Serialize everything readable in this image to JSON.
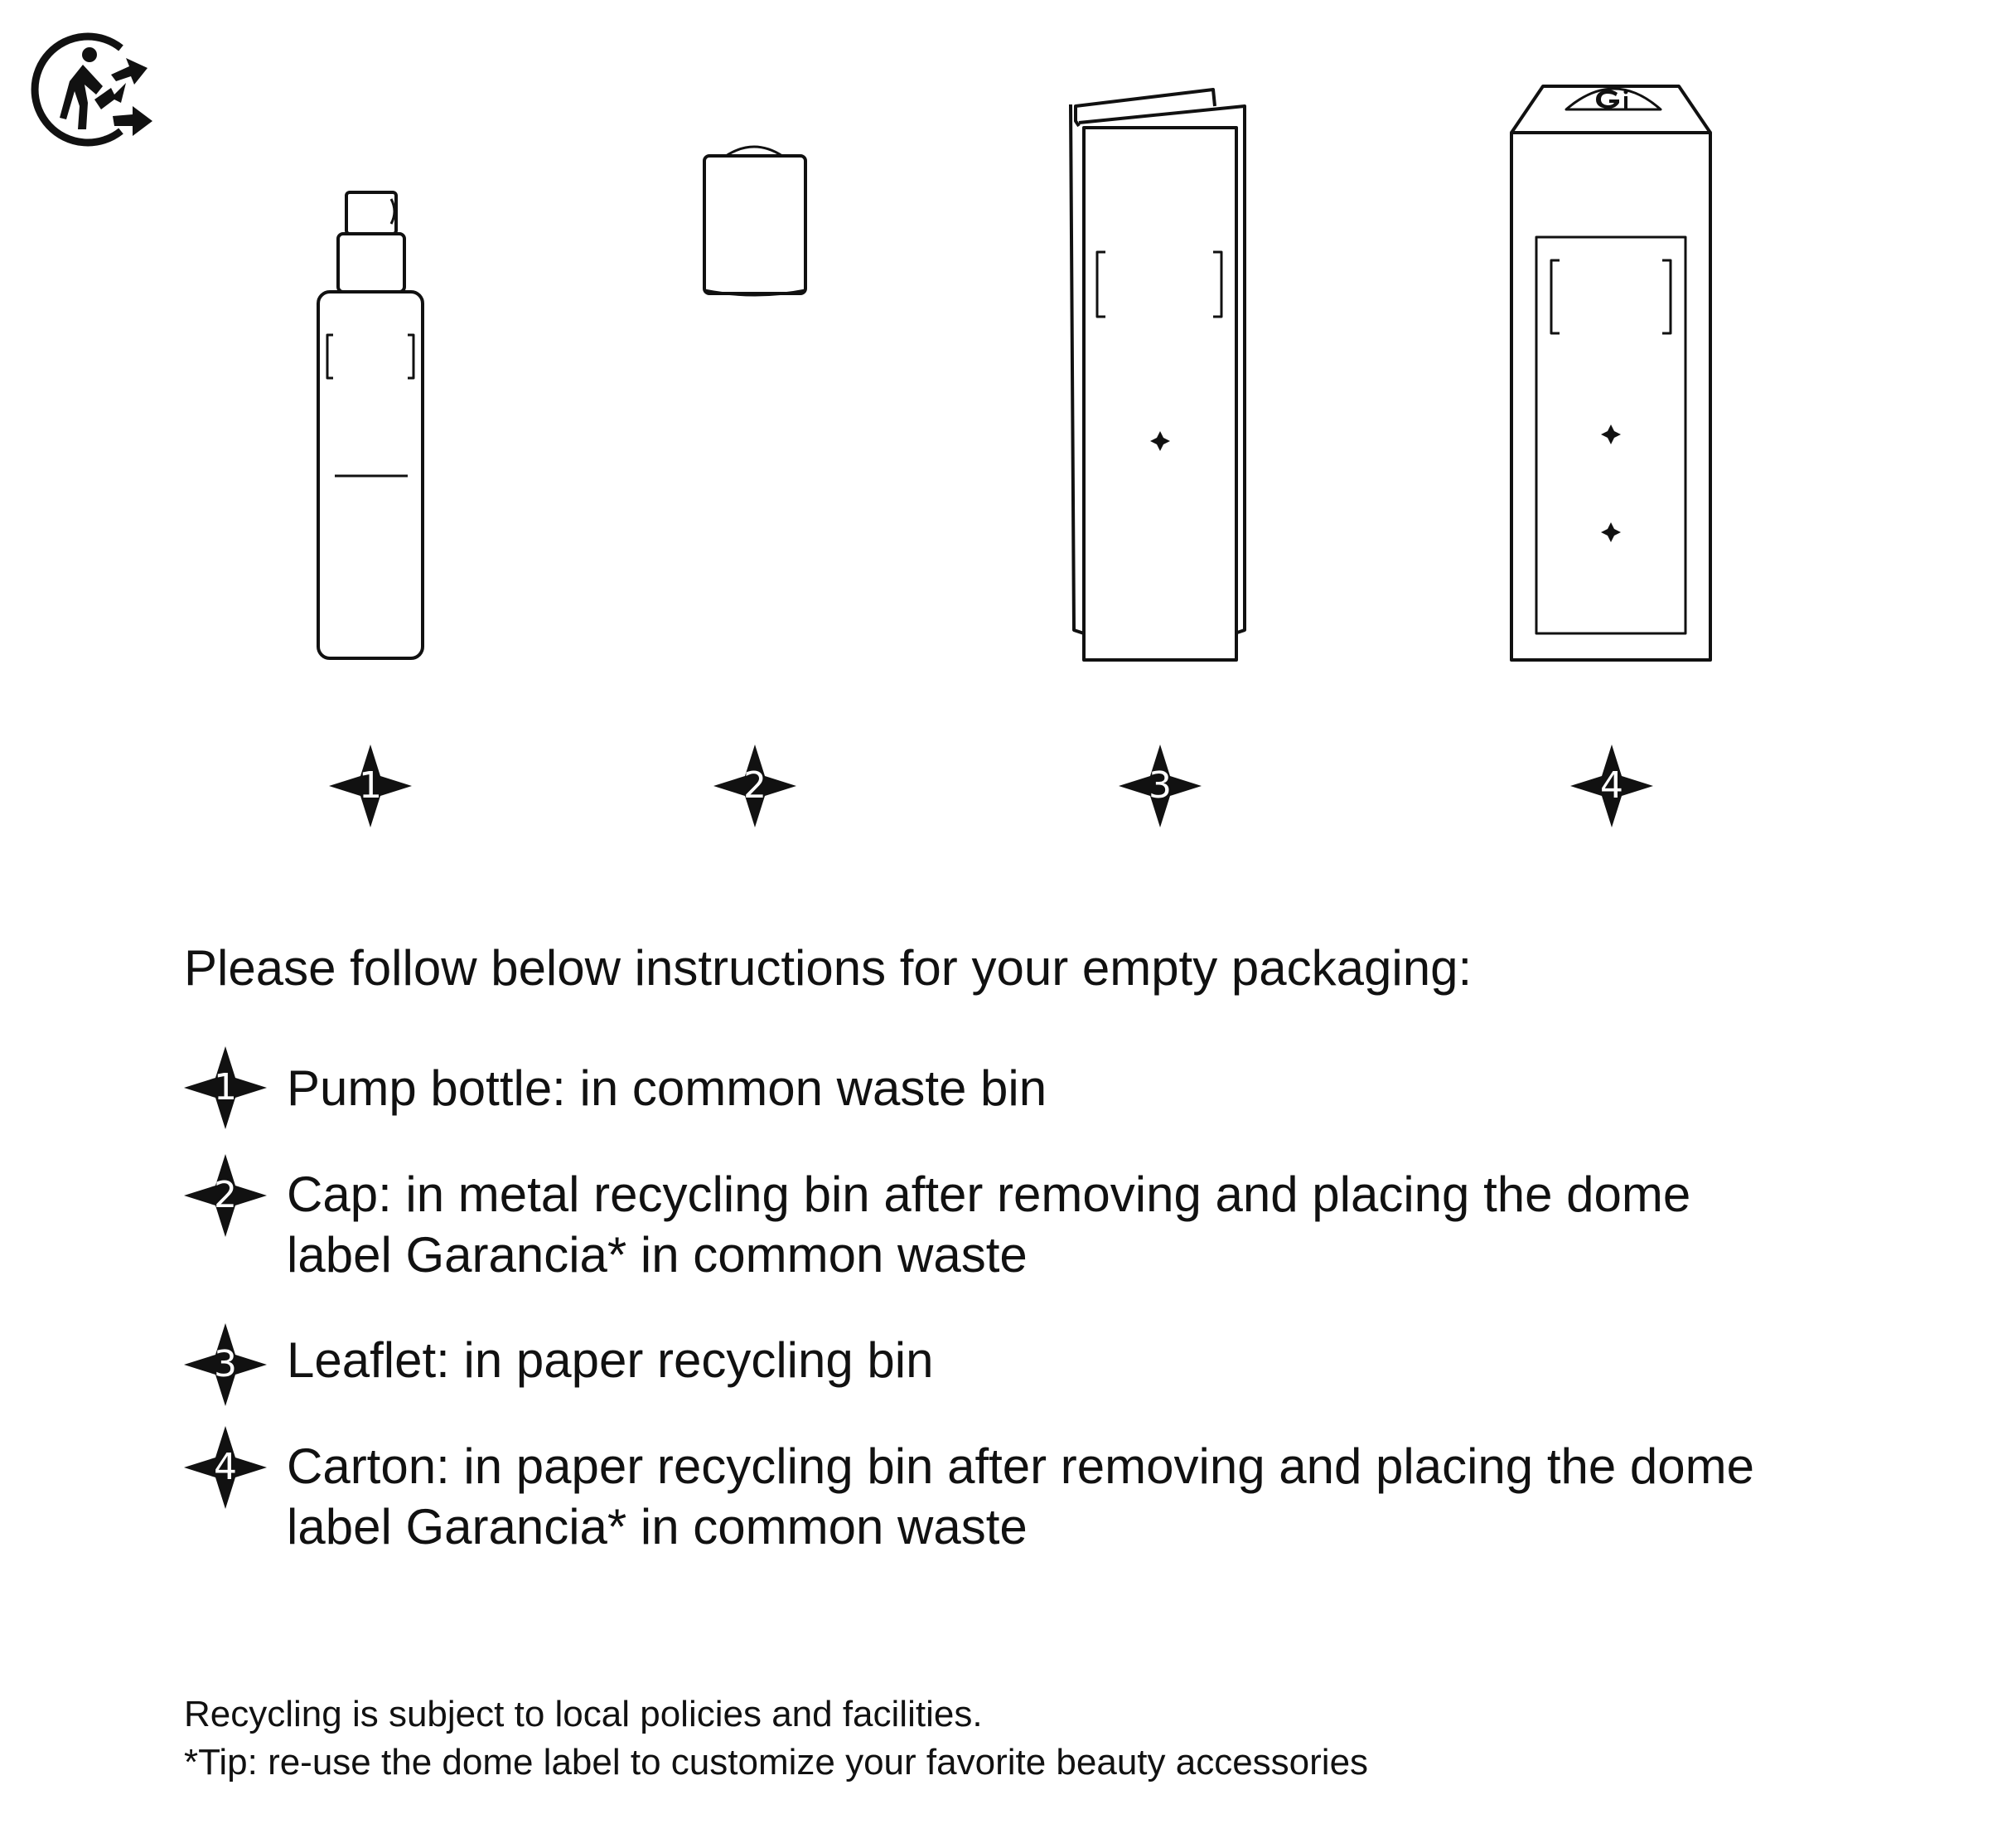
{
  "icons": {
    "triman": "triman-recycling-icon",
    "step": "four-point-star-icon",
    "brand_seal": "garancia-g-logo"
  },
  "colors": {
    "ink": "#111111",
    "background": "#ffffff"
  },
  "illustrations": [
    {
      "id": "pump-bottle",
      "number": "1"
    },
    {
      "id": "cap",
      "number": "2"
    },
    {
      "id": "leaflet",
      "number": "3"
    },
    {
      "id": "carton",
      "number": "4"
    }
  ],
  "heading": "Please follow below instructions for your empty packaging:",
  "instructions": [
    {
      "number": "1",
      "line1": "Pump bottle: in common waste bin",
      "line2": ""
    },
    {
      "number": "2",
      "line1": "Cap: in metal recycling bin after removing and placing the dome",
      "line2": "label Garancia* in common waste"
    },
    {
      "number": "3",
      "line1": "Leaflet: in paper recycling bin",
      "line2": ""
    },
    {
      "number": "4",
      "line1": "Carton: in paper recycling bin after removing and placing the dome",
      "line2": "label Garancia* in common waste"
    }
  ],
  "footer": {
    "note": "Recycling is subject to local policies and facilities.",
    "tip": "*Tip: re-use the dome label to customize your favorite beauty accessories"
  }
}
